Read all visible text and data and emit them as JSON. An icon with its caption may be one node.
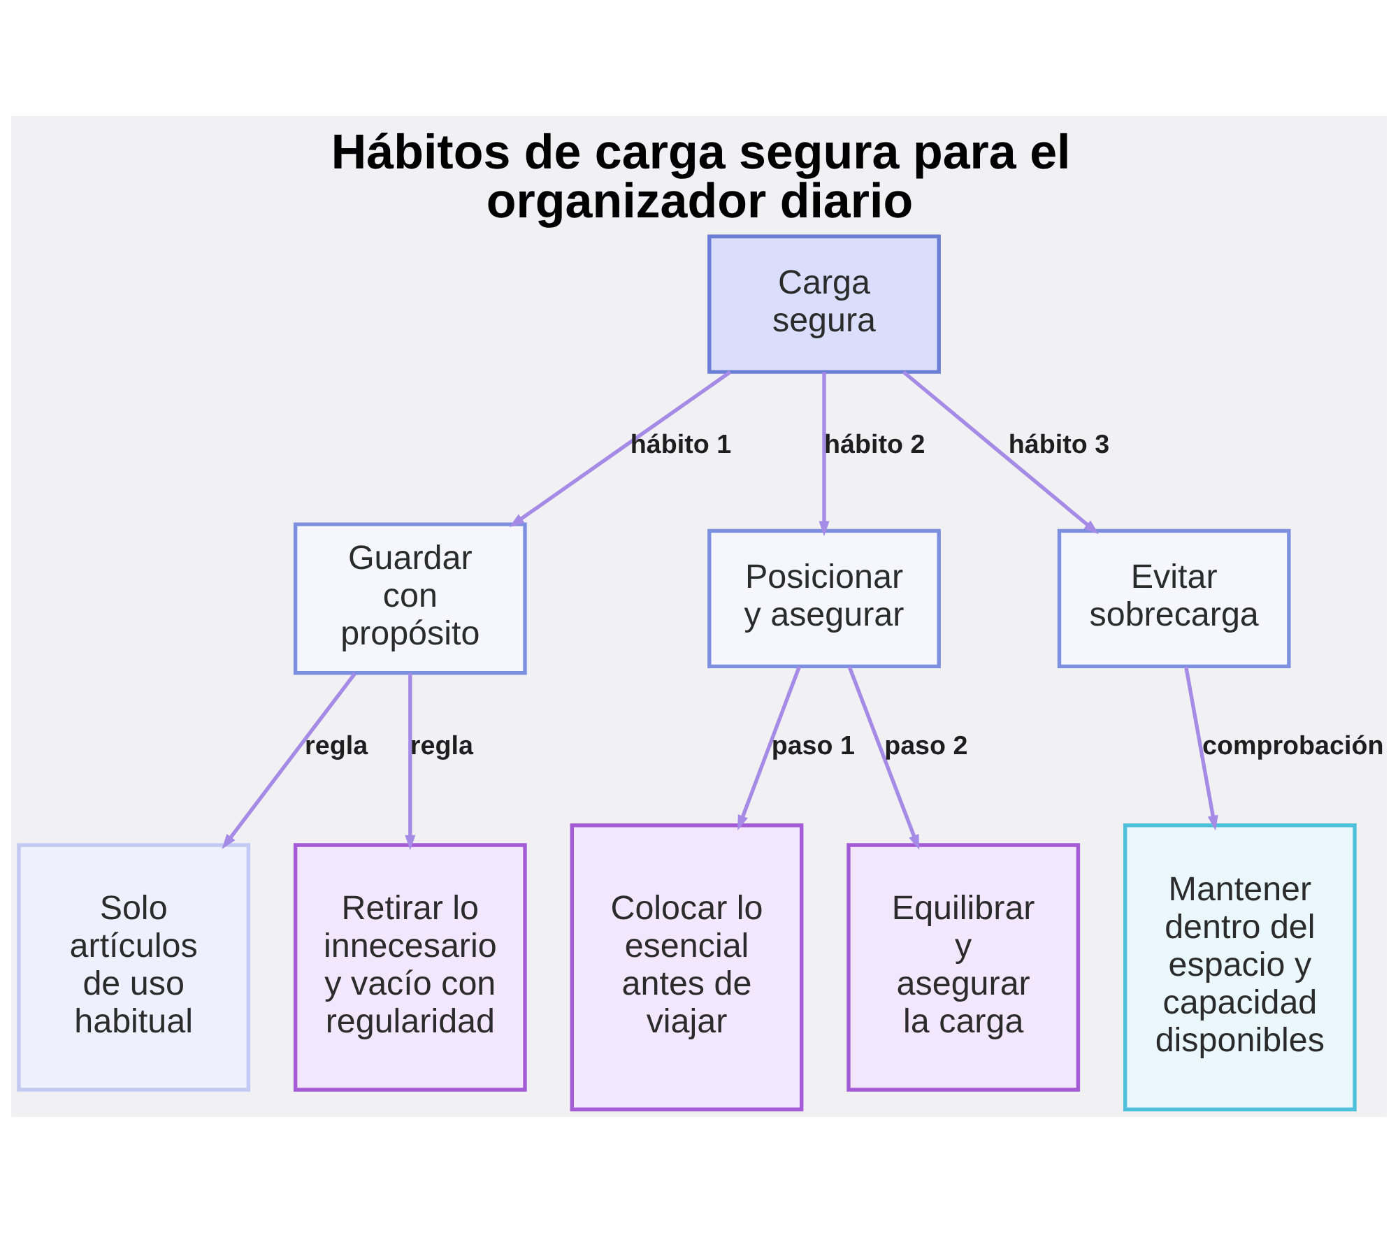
{
  "diagram": {
    "title": "Hábitos de carga segura para el organizador diario",
    "nodes": [
      {
        "text": [
          "Carga segura"
        ]
      },
      {
        "text": [
          "Guardar con propósito"
        ]
      },
      {
        "text": [
          "Posicionar y asegurar"
        ]
      },
      {
        "text": [
          "Evitar sobrecarga"
        ]
      },
      {
        "text": [
          "Solo artículos de uso habitual"
        ]
      },
      {
        "text": [
          "Retirar lo innecesario y vacío con regularidad"
        ]
      },
      {
        "text": [
          "Colocar lo esencial antes de viajar"
        ]
      },
      {
        "text": [
          "Equilibrar y asegurar la carga"
        ]
      },
      {
        "text": [
          "Mantener dentro del espacio y capacidad disponibles"
        ]
      }
    ],
    "edges": [
      {
        "from": 0,
        "to": 1,
        "arrow": "to",
        "label": "hábito 1"
      },
      {
        "from": 0,
        "to": 2,
        "arrow": "to",
        "label": "hábito 2"
      },
      {
        "from": 0,
        "to": 3,
        "arrow": "to",
        "label": "hábito 3"
      },
      {
        "from": 1,
        "to": 4,
        "arrow": "to",
        "label": "regla"
      },
      {
        "from": 1,
        "to": 5,
        "arrow": "to",
        "label": "regla"
      },
      {
        "from": 2,
        "to": 6,
        "arrow": "to",
        "label": "paso 1"
      },
      {
        "from": 2,
        "to": 7,
        "arrow": "to",
        "label": "paso 2"
      },
      {
        "from": 3,
        "to": 8,
        "arrow": "to",
        "label": "comprobación"
      }
    ]
  }
}
